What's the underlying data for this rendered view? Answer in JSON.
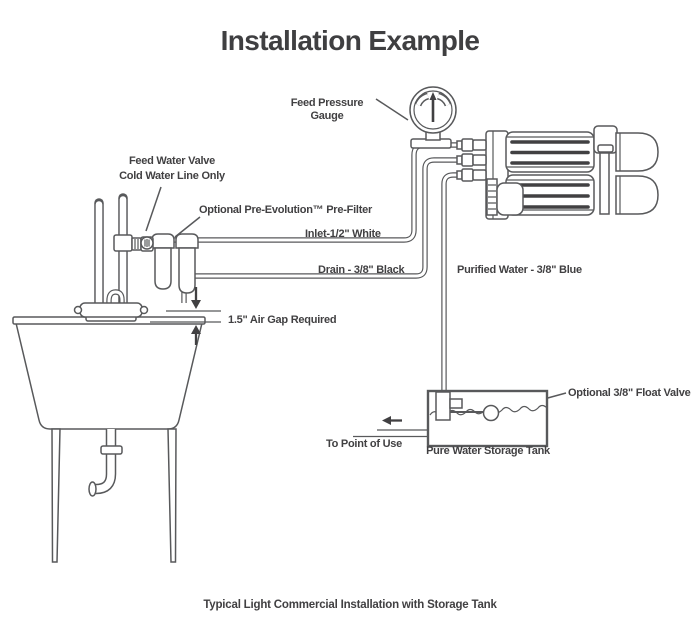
{
  "page": {
    "title": "Installation Example",
    "caption": "Typical Light Commercial Installation with Storage Tank"
  },
  "colors": {
    "background": "#FFFFFF",
    "line_gray": "#58595B",
    "text_dark": "#414042",
    "rib_dark": "#414042"
  },
  "labels": {
    "feed_pressure_gauge_line1": "Feed Pressure",
    "feed_pressure_gauge_line2": "Gauge",
    "feed_water_valve_line1": "Feed Water Valve",
    "feed_water_valve_line2": "Cold Water Line Only",
    "pre_filter": "Optional Pre-Evolution™ Pre-Filter",
    "inlet": "Inlet-1/2\" White",
    "drain": "Drain - 3/8\" Black",
    "purified": "Purified Water - 3/8\" Blue",
    "air_gap": "1.5\" Air Gap Required",
    "float_valve": "Optional 3/8\" Float Valve",
    "to_point_of_use": "To Point of Use",
    "storage_tank": "Pure Water Storage Tank"
  },
  "diagram": {
    "components": [
      "feed-pressure-gauge",
      "ro-filter-system",
      "pre-filter",
      "feed-water-valve",
      "cold-water-supply-pipes",
      "utility-sink",
      "drain-air-gap",
      "pure-water-storage-tank",
      "float-valve",
      "point-of-use-outlet"
    ]
  }
}
